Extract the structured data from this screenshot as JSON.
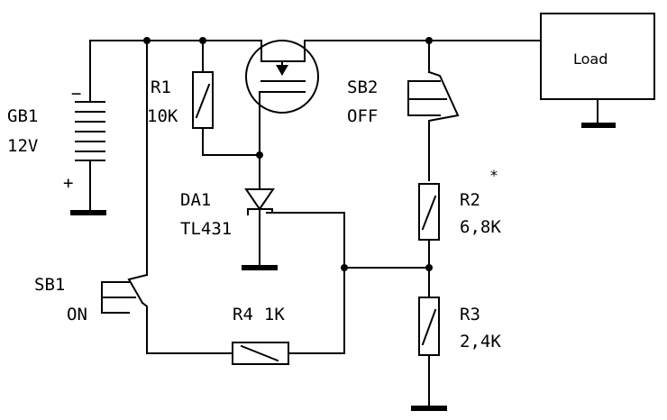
{
  "diagram": {
    "components": {
      "battery": {
        "ref": "GB1",
        "value": "12V",
        "plus": "+",
        "minus": "−"
      },
      "r1": {
        "ref": "R1",
        "value": "10K"
      },
      "r2": {
        "ref": "R2",
        "value": "6,8K",
        "marker": "*"
      },
      "r3": {
        "ref": "R3",
        "value": "2,4K"
      },
      "r4": {
        "ref": "R4",
        "value": "1K"
      },
      "da1": {
        "ref": "DA1",
        "value": "TL431"
      },
      "sb1": {
        "ref": "SB1",
        "value": "ON"
      },
      "sb2": {
        "ref": "SB2",
        "value": "OFF"
      },
      "load": {
        "label": "Load"
      }
    }
  }
}
